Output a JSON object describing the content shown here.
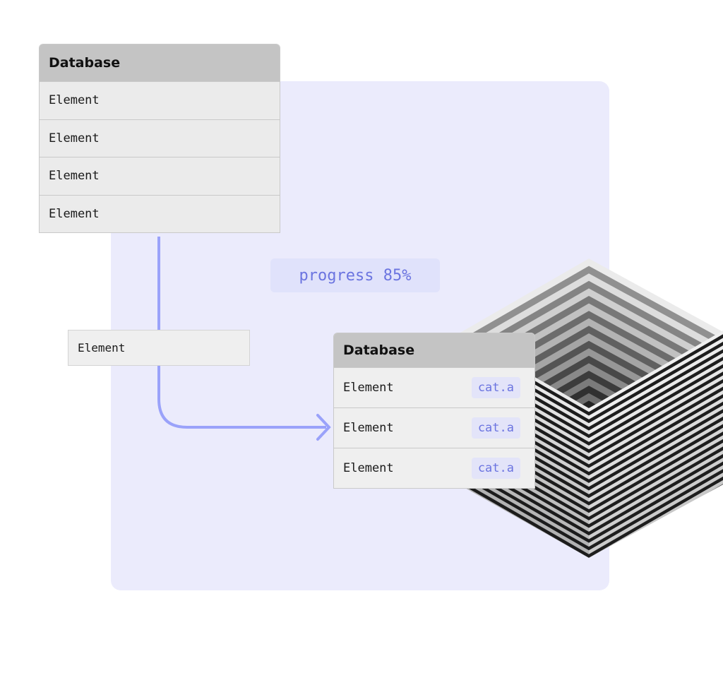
{
  "colors": {
    "canvas": "#ebebfc",
    "connector": "#9aa2fa",
    "accent_text": "#6b74e0"
  },
  "table_top": {
    "title": "Database",
    "rows": [
      "Element",
      "Element",
      "Element",
      "Element"
    ]
  },
  "floating_element": {
    "label": "Element"
  },
  "progress": {
    "label": "progress 85%",
    "value_percent": 85
  },
  "table_bottom": {
    "title": "Database",
    "rows": [
      {
        "label": "Element",
        "tag": "cat.a"
      },
      {
        "label": "Element",
        "tag": "cat.a"
      },
      {
        "label": "Element",
        "tag": "cat.a"
      }
    ]
  }
}
